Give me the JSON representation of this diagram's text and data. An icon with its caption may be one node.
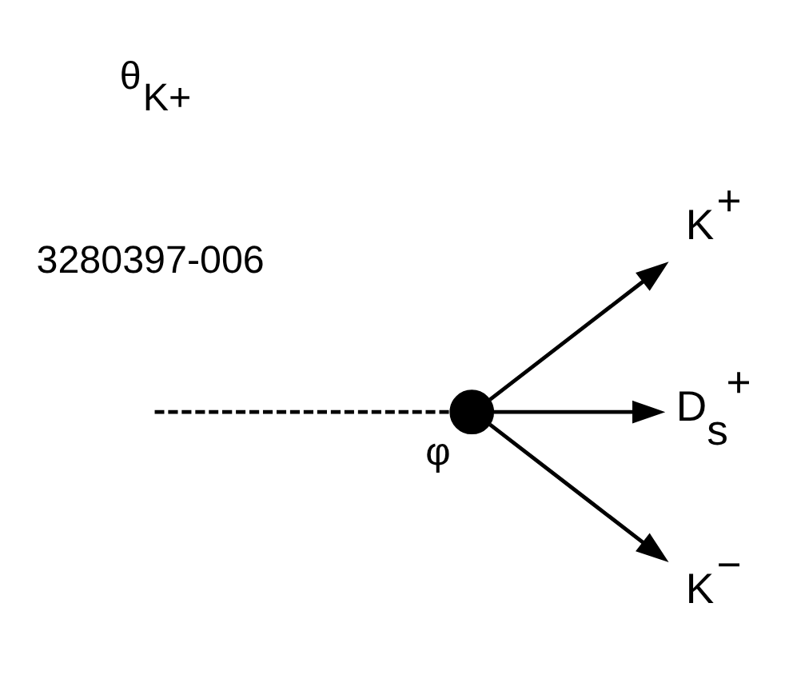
{
  "diagram": {
    "nodes": [
      {
        "text": [],
        "shape": "circle",
        "beside": [
          "φ"
        ]
      },
      {
        "text": [
          "K$^{+}$"
        ]
      },
      {
        "text": [
          "D$_{s}$$^{+}$"
        ]
      },
      {
        "text": [
          "K$^{−}$"
        ]
      }
    ],
    "edges": [
      {
        "from": 0,
        "to": 1,
        "arrow": "to"
      },
      {
        "from": 0,
        "to": 2,
        "arrow": "to"
      },
      {
        "from": 0,
        "to": 3,
        "arrow": "to"
      },
      {
        "from": null,
        "to": 0,
        "arrow": "none",
        "style": "dashed"
      }
    ],
    "labels": [
      "3280397-006",
      "θ$_{K+}$"
    ]
  }
}
